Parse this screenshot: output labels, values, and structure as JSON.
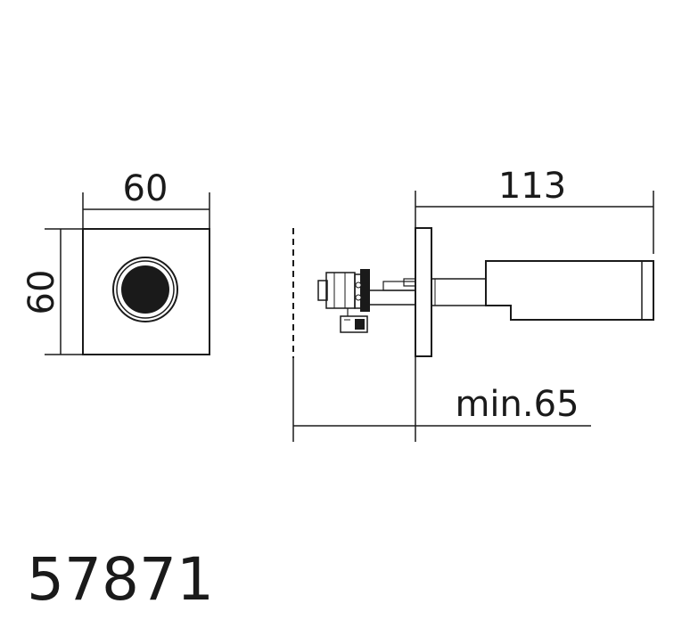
{
  "front_view": {
    "width_label": "60",
    "height_label": "60"
  },
  "side_view": {
    "length_label": "113",
    "min_depth_label": "min.65"
  },
  "product_code": "57871"
}
